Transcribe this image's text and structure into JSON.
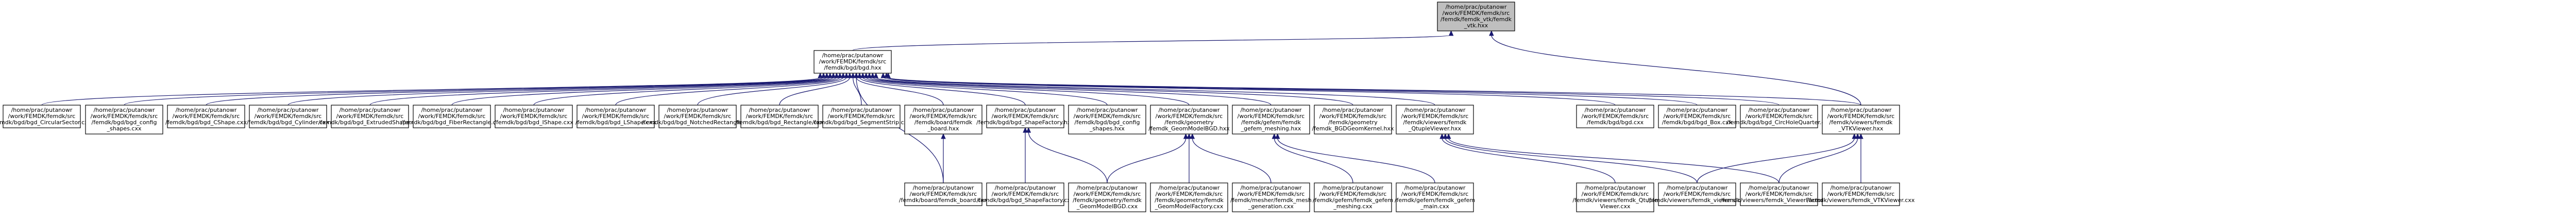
{
  "nodes": [
    {
      "id": "n_root",
      "kind": "root",
      "lines": [
        "/home/prac/putanowr",
        "/work/FEMDK/femdk/src",
        "/femdk/femdk_vtk/femdk",
        "_vtk.hxx"
      ]
    },
    {
      "id": "n_bgd",
      "kind": "normal",
      "lines": [
        "/home/prac/putanowr",
        "/work/FEMDK/femdk/src",
        "/femdk/bgd/bgd.hxx"
      ]
    },
    {
      "id": "n_circular",
      "kind": "normal",
      "lines": [
        "/home/prac/putanowr",
        "/work/FEMDK/femdk/src",
        "/femdk/bgd/bgd_CircularSector.cxx"
      ]
    },
    {
      "id": "n_config_shapes",
      "kind": "normal",
      "lines": [
        "/home/prac/putanowr",
        "/work/FEMDK/femdk/src",
        "/femdk/bgd/bgd_config",
        "_shapes.cxx"
      ]
    },
    {
      "id": "n_cshape",
      "kind": "normal",
      "lines": [
        "/home/prac/putanowr",
        "/work/FEMDK/femdk/src",
        "/femdk/bgd/bgd_CShape.cxx"
      ]
    },
    {
      "id": "n_cylinder",
      "kind": "normal",
      "lines": [
        "/home/prac/putanowr",
        "/work/FEMDK/femdk/src",
        "/femdk/bgd/bgd_Cylinder.cxx"
      ]
    },
    {
      "id": "n_extruded",
      "kind": "normal",
      "lines": [
        "/home/prac/putanowr",
        "/work/FEMDK/femdk/src",
        "/femdk/bgd/bgd_ExtrudedShape.cxx"
      ]
    },
    {
      "id": "n_fiber",
      "kind": "normal",
      "lines": [
        "/home/prac/putanowr",
        "/work/FEMDK/femdk/src",
        "/femdk/bgd/bgd_FiberRectangle.cxx"
      ]
    },
    {
      "id": "n_ishape",
      "kind": "normal",
      "lines": [
        "/home/prac/putanowr",
        "/work/FEMDK/femdk/src",
        "/femdk/bgd/bgd_IShape.cxx"
      ]
    },
    {
      "id": "n_lshape",
      "kind": "normal",
      "lines": [
        "/home/prac/putanowr",
        "/work/FEMDK/femdk/src",
        "/femdk/bgd/bgd_LShape.cxx"
      ]
    },
    {
      "id": "n_notched",
      "kind": "normal",
      "lines": [
        "/home/prac/putanowr",
        "/work/FEMDK/femdk/src",
        "/femdk/bgd/bgd_NotchedRectangle.cxx"
      ]
    },
    {
      "id": "n_rectangle",
      "kind": "normal",
      "lines": [
        "/home/prac/putanowr",
        "/work/FEMDK/femdk/src",
        "/femdk/bgd/bgd_Rectangle.cxx"
      ]
    },
    {
      "id": "n_segment",
      "kind": "normal",
      "lines": [
        "/home/prac/putanowr",
        "/work/FEMDK/femdk/src",
        "/femdk/bgd/bgd_SegmentStrip.cxx"
      ]
    },
    {
      "id": "n_board_hxx",
      "kind": "normal",
      "lines": [
        "/home/prac/putanowr",
        "/work/FEMDK/femdk/src",
        "/femdk/board/femdk",
        "_board.hxx"
      ]
    },
    {
      "id": "n_shapefactory_hxx",
      "kind": "normal",
      "lines": [
        "/home/prac/putanowr",
        "/work/FEMDK/femdk/src",
        "/femdk/bgd/bgd_ShapeFactory.hxx"
      ]
    },
    {
      "id": "n_config_shapes_hxx",
      "kind": "normal",
      "lines": [
        "/home/prac/putanowr",
        "/work/FEMDK/femdk/src",
        "/femdk/bgd/bgd_config",
        "_shapes.hxx"
      ]
    },
    {
      "id": "n_geom_hxx",
      "kind": "normal",
      "lines": [
        "/home/prac/putanowr",
        "/work/FEMDK/femdk/src",
        "/femdk/geometry",
        "/femdk_GeomModelBGD.hxx"
      ]
    },
    {
      "id": "n_gefem_hxx",
      "kind": "normal",
      "lines": [
        "/home/prac/putanowr",
        "/work/FEMDK/femdk/src",
        "/femdk/gefem/femdk",
        "_gefem_meshing.hxx"
      ]
    },
    {
      "id": "n_bgdgeom_hxx",
      "kind": "normal",
      "lines": [
        "/home/prac/putanowr",
        "/work/FEMDK/femdk/src",
        "/femdk/geometry",
        "/femdk_BGDGeomKernel.hxx"
      ]
    },
    {
      "id": "n_qtviewer_hxx",
      "kind": "normal",
      "lines": [
        "/home/prac/putanowr",
        "/work/FEMDK/femdk/src",
        "/femdk/viewers/femdk",
        "_QtupleViewer.hxx"
      ]
    },
    {
      "id": "n_bgd_cxx",
      "kind": "normal",
      "lines": [
        "/home/prac/putanowr",
        "/work/FEMDK/femdk/src",
        "/femdk/bgd/bgd.cxx"
      ]
    },
    {
      "id": "n_box",
      "kind": "normal",
      "lines": [
        "/home/prac/putanowr",
        "/work/FEMDK/femdk/src",
        "/femdk/bgd/bgd_Box.cxx"
      ]
    },
    {
      "id": "n_circhole",
      "kind": "normal",
      "lines": [
        "/home/prac/putanowr",
        "/work/FEMDK/femdk/src",
        "/femdk/bgd/bgd_CircHoleQuarter.cxx"
      ]
    },
    {
      "id": "n_vtkviewer_hxx",
      "kind": "normal",
      "lines": [
        "/home/prac/putanowr",
        "/work/FEMDK/femdk/src",
        "/femdk/viewers/femdk",
        "_VTKViewer.hxx"
      ]
    },
    {
      "id": "n_board_cxx",
      "kind": "normal",
      "lines": [
        "/home/prac/putanowr",
        "/work/FEMDK/femdk/src",
        "/femdk/board/femdk_board.cxx"
      ]
    },
    {
      "id": "n_shapefactory_cxx",
      "kind": "normal",
      "lines": [
        "/home/prac/putanowr",
        "/work/FEMDK/femdk/src",
        "/femdk/bgd/bgd_ShapeFactory.cxx"
      ]
    },
    {
      "id": "n_geom_cxx",
      "kind": "normal",
      "lines": [
        "/home/prac/putanowr",
        "/work/FEMDK/femdk/src",
        "/femdk/geometry/femdk",
        "_GeomModelBGD.cxx"
      ]
    },
    {
      "id": "n_geomfactory_cxx",
      "kind": "normal",
      "lines": [
        "/home/prac/putanowr",
        "/work/FEMDK/femdk/src",
        "/femdk/geometry/femdk",
        "_GeomModelFactory.cxx"
      ]
    },
    {
      "id": "n_meshgen_cxx",
      "kind": "normal",
      "lines": [
        "/home/prac/putanowr",
        "/work/FEMDK/femdk/src",
        "/femdk/mesher/femdk_mesh",
        "_generation.cxx"
      ]
    },
    {
      "id": "n_gefem_meshing_cxx",
      "kind": "normal",
      "lines": [
        "/home/prac/putanowr",
        "/work/FEMDK/femdk/src",
        "/femdk/gefem/femdk_gefem",
        "_meshing.cxx"
      ]
    },
    {
      "id": "n_gefem_main_cxx",
      "kind": "normal",
      "lines": [
        "/home/prac/putanowr",
        "/work/FEMDK/femdk/src",
        "/femdk/gefem/femdk_gefem",
        "_main.cxx"
      ]
    },
    {
      "id": "n_qtviewer_cxx",
      "kind": "normal",
      "lines": [
        "/home/prac/putanowr",
        "/work/FEMDK/femdk/src",
        "/femdk/viewers/femdk_Qtuple",
        "Viewer.cxx"
      ]
    },
    {
      "id": "n_viewers_cxx",
      "kind": "normal",
      "lines": [
        "/home/prac/putanowr",
        "/work/FEMDK/femdk/src",
        "/femdk/viewers/femdk_viewers.cxx"
      ]
    },
    {
      "id": "n_viewerfactory_cxx",
      "kind": "normal",
      "lines": [
        "/home/prac/putanowr",
        "/work/FEMDK/femdk/src",
        "/femdk/viewers/femdk_ViewerFactory.cxx"
      ]
    },
    {
      "id": "n_vtkviewer_cxx",
      "kind": "normal",
      "lines": [
        "/home/prac/putanowr",
        "/work/FEMDK/femdk/src",
        "/femdk/viewers/femdk_VTKViewer.cxx"
      ]
    }
  ],
  "edges": [
    [
      "n_bgd",
      "n_root"
    ],
    [
      "n_vtkviewer_hxx",
      "n_root"
    ],
    [
      "n_circular",
      "n_bgd"
    ],
    [
      "n_config_shapes",
      "n_bgd"
    ],
    [
      "n_cshape",
      "n_bgd"
    ],
    [
      "n_cylinder",
      "n_bgd"
    ],
    [
      "n_extruded",
      "n_bgd"
    ],
    [
      "n_fiber",
      "n_bgd"
    ],
    [
      "n_ishape",
      "n_bgd"
    ],
    [
      "n_lshape",
      "n_bgd"
    ],
    [
      "n_notched",
      "n_bgd"
    ],
    [
      "n_rectangle",
      "n_bgd"
    ],
    [
      "n_segment",
      "n_bgd"
    ],
    [
      "n_board_hxx",
      "n_bgd"
    ],
    [
      "n_shapefactory_hxx",
      "n_bgd"
    ],
    [
      "n_config_shapes_hxx",
      "n_bgd"
    ],
    [
      "n_geom_hxx",
      "n_bgd"
    ],
    [
      "n_gefem_hxx",
      "n_bgd"
    ],
    [
      "n_bgdgeom_hxx",
      "n_bgd"
    ],
    [
      "n_qtviewer_hxx",
      "n_bgd"
    ],
    [
      "n_bgd_cxx",
      "n_bgd"
    ],
    [
      "n_box",
      "n_bgd"
    ],
    [
      "n_circhole",
      "n_bgd"
    ],
    [
      "n_vtkviewer_hxx",
      "n_bgd"
    ],
    [
      "n_board_cxx",
      "n_bgd"
    ],
    [
      "n_board_cxx",
      "n_board_hxx"
    ],
    [
      "n_shapefactory_cxx",
      "n_shapefactory_hxx"
    ],
    [
      "n_geom_cxx",
      "n_shapefactory_hxx"
    ],
    [
      "n_geom_cxx",
      "n_geom_hxx"
    ],
    [
      "n_geomfactory_cxx",
      "n_geom_hxx"
    ],
    [
      "n_meshgen_cxx",
      "n_geom_hxx"
    ],
    [
      "n_gefem_meshing_cxx",
      "n_gefem_hxx"
    ],
    [
      "n_gefem_main_cxx",
      "n_gefem_hxx"
    ],
    [
      "n_qtviewer_cxx",
      "n_qtviewer_hxx"
    ],
    [
      "n_viewers_cxx",
      "n_qtviewer_hxx"
    ],
    [
      "n_viewerfactory_cxx",
      "n_qtviewer_hxx"
    ],
    [
      "n_viewers_cxx",
      "n_vtkviewer_hxx"
    ],
    [
      "n_viewerfactory_cxx",
      "n_vtkviewer_hxx"
    ],
    [
      "n_vtkviewer_cxx",
      "n_vtkviewer_hxx"
    ]
  ],
  "colors": {
    "root_fill": "#bfbfbf",
    "node_fill": "#ffffff",
    "node_border": "#000000",
    "edge": "#191970"
  }
}
